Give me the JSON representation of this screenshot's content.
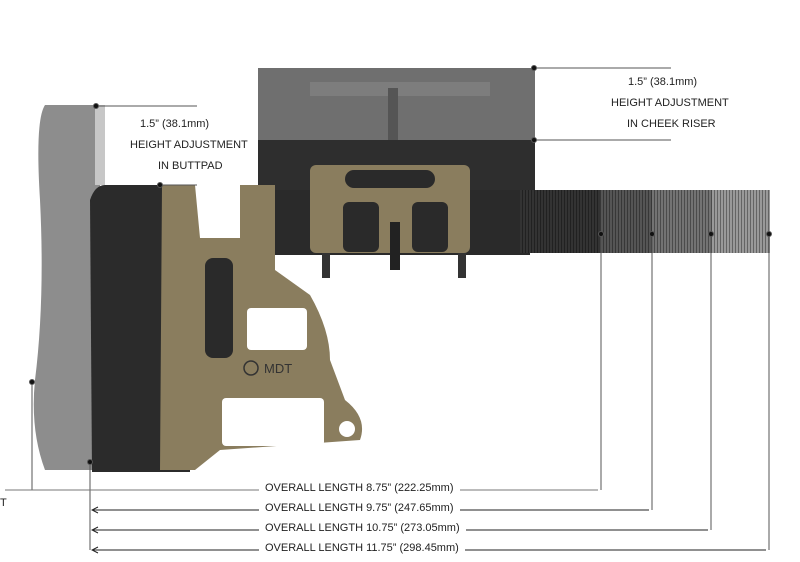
{
  "buttpad_note": {
    "measure": "1.5” (38.1mm)",
    "line1": "HEIGHT ADJUSTMENT",
    "line2": "IN BUTTPAD"
  },
  "cheek_note": {
    "measure": "1.5” (38.1mm)",
    "line1": "HEIGHT ADJUSTMENT",
    "line2": "IN CHEEK RISER"
  },
  "logo_text": "MDT",
  "cut_off_text": "T",
  "lengths": [
    "OVERALL LENGTH 8.75” (222.25mm)",
    "OVERALL LENGTH 9.75” (247.65mm)",
    "OVERALL LENGTH 10.75” (273.05mm)",
    "OVERALL LENGTH 11.75” (298.45mm)"
  ],
  "colors": {
    "tan": "#8a7d5e",
    "dark": "#2c2c2c",
    "ghost": "#8a8a8a"
  }
}
